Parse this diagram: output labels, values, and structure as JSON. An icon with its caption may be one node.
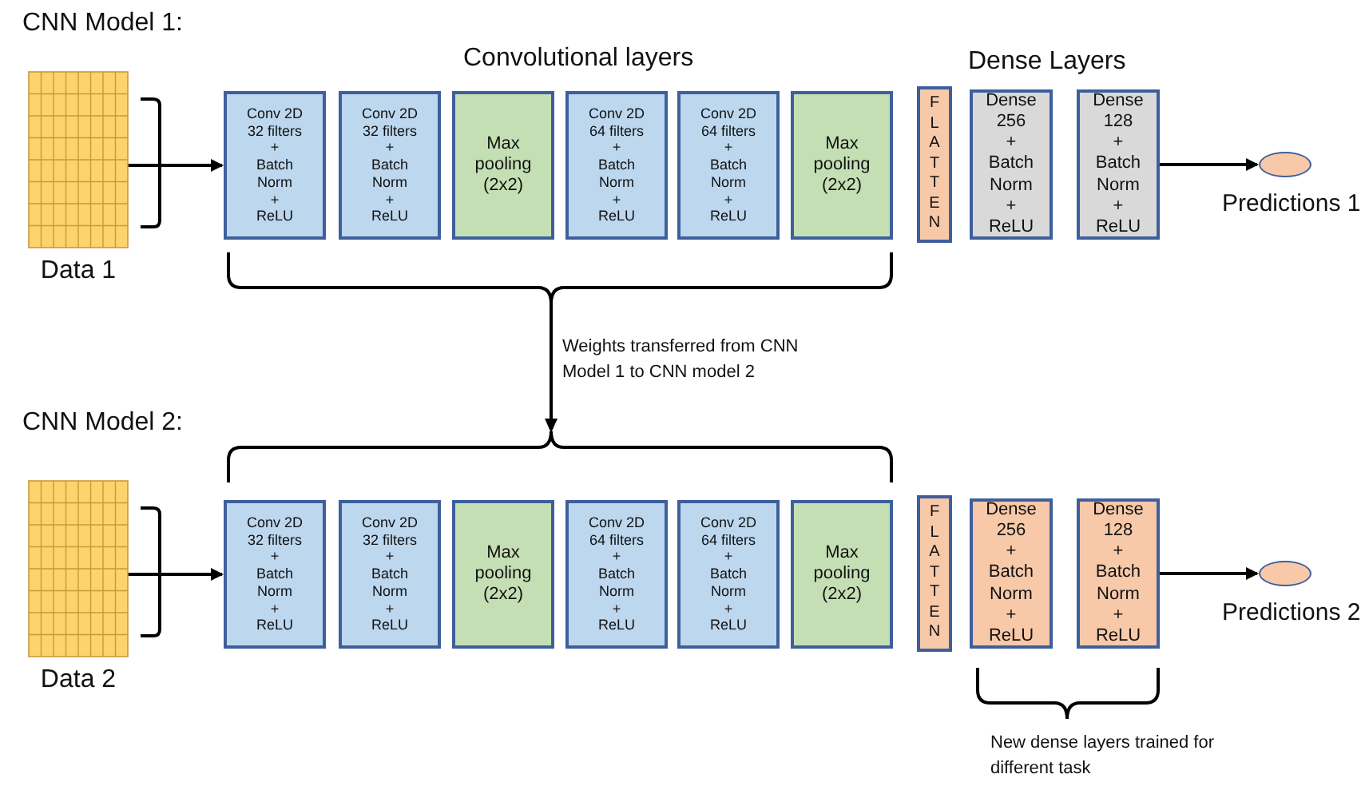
{
  "diagram": {
    "nodes": [
      {
        "text": [],
        "shape": "picture",
        "beside": [
          "Data 1"
        ]
      },
      {
        "text": [
          "Conv 2D",
          "32 filters",
          "+",
          "Batch Norm",
          "+",
          "ReLU"
        ]
      },
      {
        "text": [
          "Conv 2D",
          "32 filters",
          "+",
          "Batch Norm",
          "+",
          "ReLU"
        ]
      },
      {
        "text": [
          "Max pooling (2x2)"
        ]
      },
      {
        "text": [
          "Conv 2D",
          "64 filters",
          "+",
          "Batch Norm",
          "+",
          "ReLU"
        ]
      },
      {
        "text": [
          "Conv 2D",
          "64 filters",
          "+",
          "Batch Norm",
          "+",
          "ReLU"
        ]
      },
      {
        "text": [
          "Max pooling (2x2)"
        ]
      },
      {
        "text": [
          "FLATTEN"
        ]
      },
      {
        "text": [
          "Dense 256",
          "+",
          "Batch Norm",
          "+",
          "ReLU"
        ]
      },
      {
        "text": [
          "Dense 128",
          "+",
          "Batch Norm",
          "+",
          "ReLU"
        ]
      },
      {
        "text": [],
        "shape": "ellipse",
        "beside": [
          "Predictions 1"
        ]
      },
      {
        "text": [],
        "shape": "picture",
        "beside": [
          "Data 2"
        ]
      },
      {
        "text": [
          "Conv 2D",
          "32 filters",
          "+",
          "Batch Norm",
          "+",
          "ReLU"
        ]
      },
      {
        "text": [
          "Conv 2D",
          "32 filters",
          "+",
          "Batch Norm",
          "+",
          "ReLU"
        ]
      },
      {
        "text": [
          "Max pooling (2x2)"
        ]
      },
      {
        "text": [
          "Conv 2D",
          "64 filters",
          "+",
          "Batch Norm",
          "+",
          "ReLU"
        ]
      },
      {
        "text": [
          "Conv 2D",
          "64 filters",
          "+",
          "Batch Norm",
          "+",
          "ReLU"
        ]
      },
      {
        "text": [
          "Max pooling (2x2)"
        ]
      },
      {
        "text": [
          "FLATTEN"
        ]
      },
      {
        "text": [
          "Dense 256",
          "+",
          "Batch Norm",
          "+",
          "ReLU"
        ]
      },
      {
        "text": [
          "Dense 128",
          "+",
          "Batch Norm",
          "+",
          "ReLU"
        ]
      },
      {
        "text": [],
        "shape": "ellipse",
        "beside": [
          "Predictions 2"
        ]
      }
    ],
    "edges": [
      {
        "from": 0,
        "to": 1,
        "arrow": "to"
      },
      {
        "from": 9,
        "to": 10,
        "arrow": "to"
      },
      {
        "from": 11,
        "to": 12,
        "arrow": "to"
      },
      {
        "from": 20,
        "to": 21,
        "arrow": "to"
      }
    ],
    "labels": [
      "CNN Model 1:",
      "Convolutional layers",
      "Dense Layers",
      "Weights transferred from CNN Model 1 to CNN model 2",
      "CNN Model 2:",
      "New dense layers trained for different task"
    ]
  }
}
